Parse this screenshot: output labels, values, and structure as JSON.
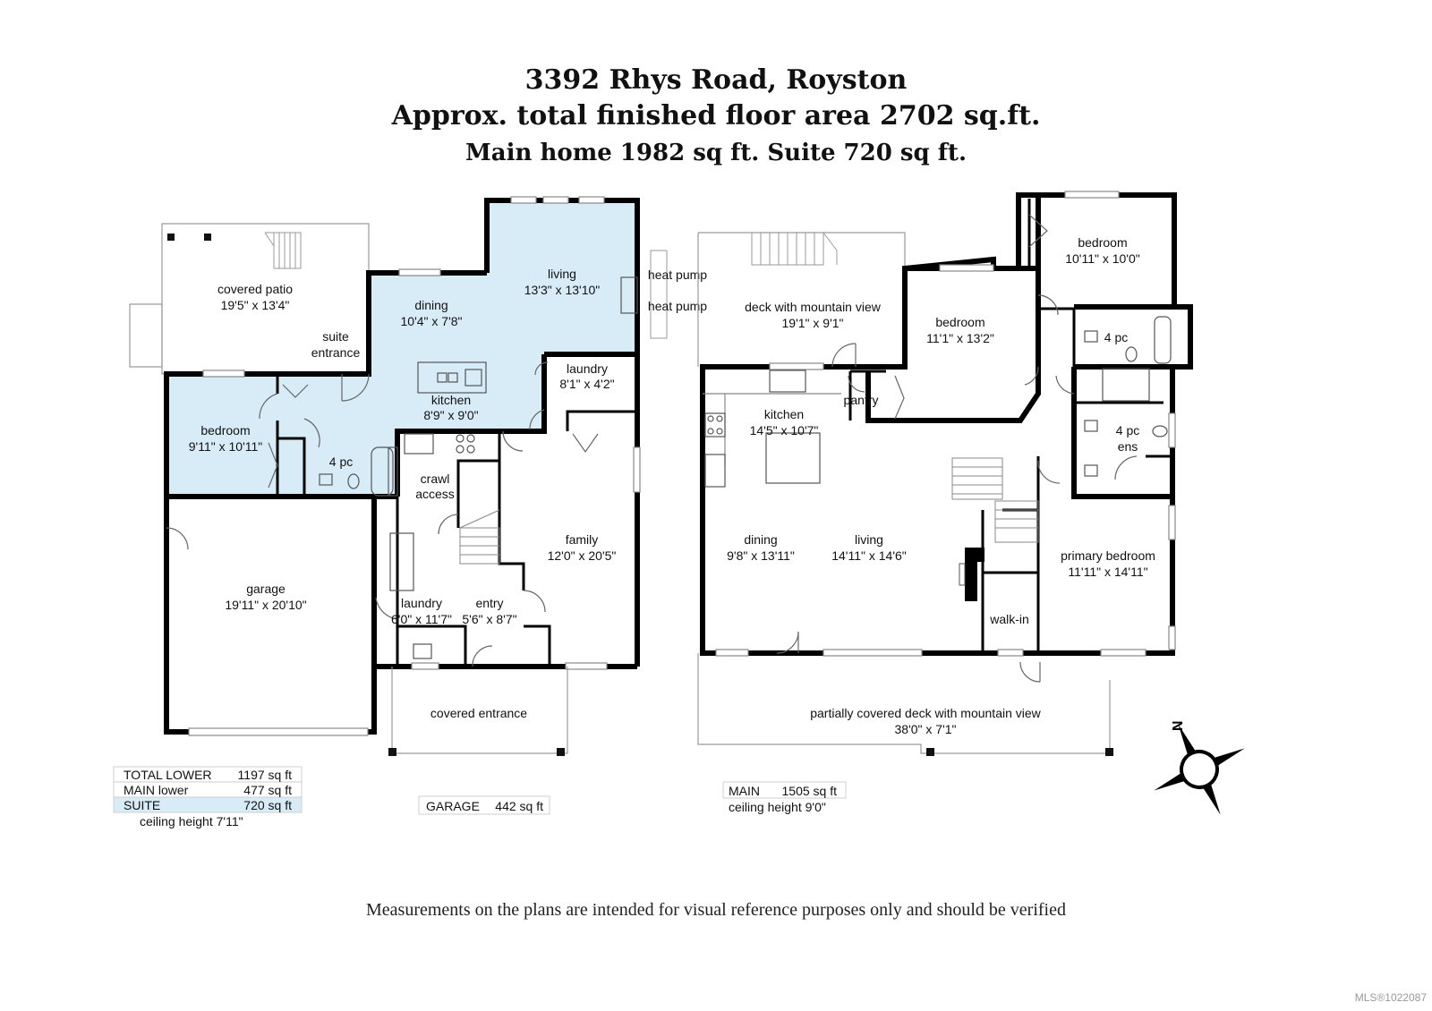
{
  "header": {
    "address": "3392 Rhys Road, Royston",
    "total_area": "Approx. total finished floor area 2702 sq.ft.",
    "breakdown": "Main home 1982 sq ft.   Suite 720 sq ft."
  },
  "lower_floor": {
    "rooms": {
      "covered_patio": {
        "name": "covered patio",
        "size": "19'5\" x 13'4\""
      },
      "suite_entrance": {
        "line1": "suite",
        "line2": "entrance"
      },
      "dining": {
        "name": "dining",
        "size": "10'4\" x 7'8\""
      },
      "living": {
        "name": "living",
        "size": "13'3\" x 13'10\""
      },
      "heat_pump_1": "heat pump",
      "heat_pump_2": "heat pump",
      "laundry_upper": {
        "name": "laundry",
        "size": "8'1\" x 4'2\""
      },
      "kitchen": {
        "name": "kitchen",
        "size": "8'9\" x 9'0\""
      },
      "bedroom": {
        "name": "bedroom",
        "size": "9'11\" x 10'11\""
      },
      "bath": "4 pc",
      "crawl": {
        "line1": "crawl",
        "line2": "access"
      },
      "family": {
        "name": "family",
        "size": "12'0\" x 20'5\""
      },
      "garage": {
        "name": "garage",
        "size": "19'11\" x 20'10\""
      },
      "laundry_lower": {
        "name": "laundry",
        "size": "6'0\" x 11'7\""
      },
      "entry": {
        "name": "entry",
        "size": "5'6\" x 8'7\""
      },
      "covered_entrance": "covered entrance"
    },
    "table": [
      {
        "label": "TOTAL LOWER",
        "value": "1197 sq ft"
      },
      {
        "label": "MAIN lower",
        "value": "477 sq ft"
      },
      {
        "label": "SUITE",
        "value": "720 sq ft"
      }
    ],
    "ceiling": "ceiling height 7'11\"",
    "garage_area": {
      "label": "GARAGE",
      "value": "442 sq ft"
    }
  },
  "main_floor": {
    "rooms": {
      "deck": {
        "name": "deck with mountain view",
        "size": "19'1\" x 9'1\""
      },
      "bedroom_top": {
        "name": "bedroom",
        "size": "10'11\" x 10'0\""
      },
      "bedroom_mid": {
        "name": "bedroom",
        "size": "11'1\" x 13'2\""
      },
      "bath": "4 pc",
      "ensuite": {
        "line1": "4 pc",
        "line2": "ens"
      },
      "kitchen": {
        "name": "kitchen",
        "size": "14'5\" x 10'7\""
      },
      "pantry": "pantry",
      "dining": {
        "name": "dining",
        "size": "9'8\" x 13'11\""
      },
      "living": {
        "name": "living",
        "size": "14'11\" x 14'6\""
      },
      "primary": {
        "name": "primary bedroom",
        "size": "11'11\" x 14'11\""
      },
      "walkin": "walk-in",
      "lower_deck": {
        "name": "partially covered deck with mountain view",
        "size": "38'0\" x 7'1\""
      }
    },
    "main_area": {
      "label": "MAIN",
      "value": "1505 sq ft"
    },
    "ceiling": "ceiling height 9'0\""
  },
  "compass": {
    "label": "N"
  },
  "disclaimer": "Measurements on the plans are intended for visual reference purposes only and should be verified",
  "mls": "MLS®1022087",
  "colors": {
    "suite_fill": "#d8ecf7",
    "wall": "#000000",
    "thin_line": "#9a9a9a"
  }
}
